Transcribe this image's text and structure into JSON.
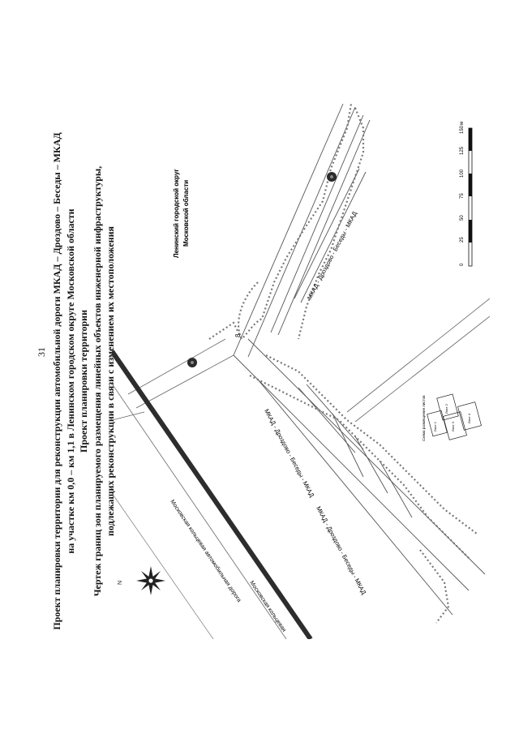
{
  "page_number": "31",
  "title_lines": [
    "Проект планировки территории для реконструкции автомобильной дороги МКАД – Дроздово – Беседы – МКАД",
    "на участке км 0,0 – км 1,1 в Ленинском городском округе Московской области",
    "Проект планировки территории",
    "Чертеж границ зон планируемого размещения линейных объектов инженерной инфраструктуры,",
    "подлежащих реконструкции в связи с изменением их местоположения"
  ],
  "map": {
    "district_label_1": "Ленинский городской округ",
    "district_label_2": "Московской области",
    "road_label_1": "МКАД - Дроздово - Беседы - МКАД",
    "road_label_2": "МКАД - Дроздово - Беседы - МКАД",
    "ring_road_label_1": "Московская кольцевая",
    "ring_road_label_2": "автомобильная дорога",
    "ring_road_label_3": "Московская кольцевая автомобильная дорога",
    "compass_label": "N",
    "scale_unit": "м",
    "scale_ticks": [
      "0",
      "25",
      "50",
      "75",
      "100",
      "125",
      "150"
    ],
    "sheet_index_title": "Схема размещения листов",
    "sheets": [
      "Лист 1",
      "Лист 2",
      "Лист 3",
      "Лист 4"
    ],
    "point_label": "8"
  }
}
